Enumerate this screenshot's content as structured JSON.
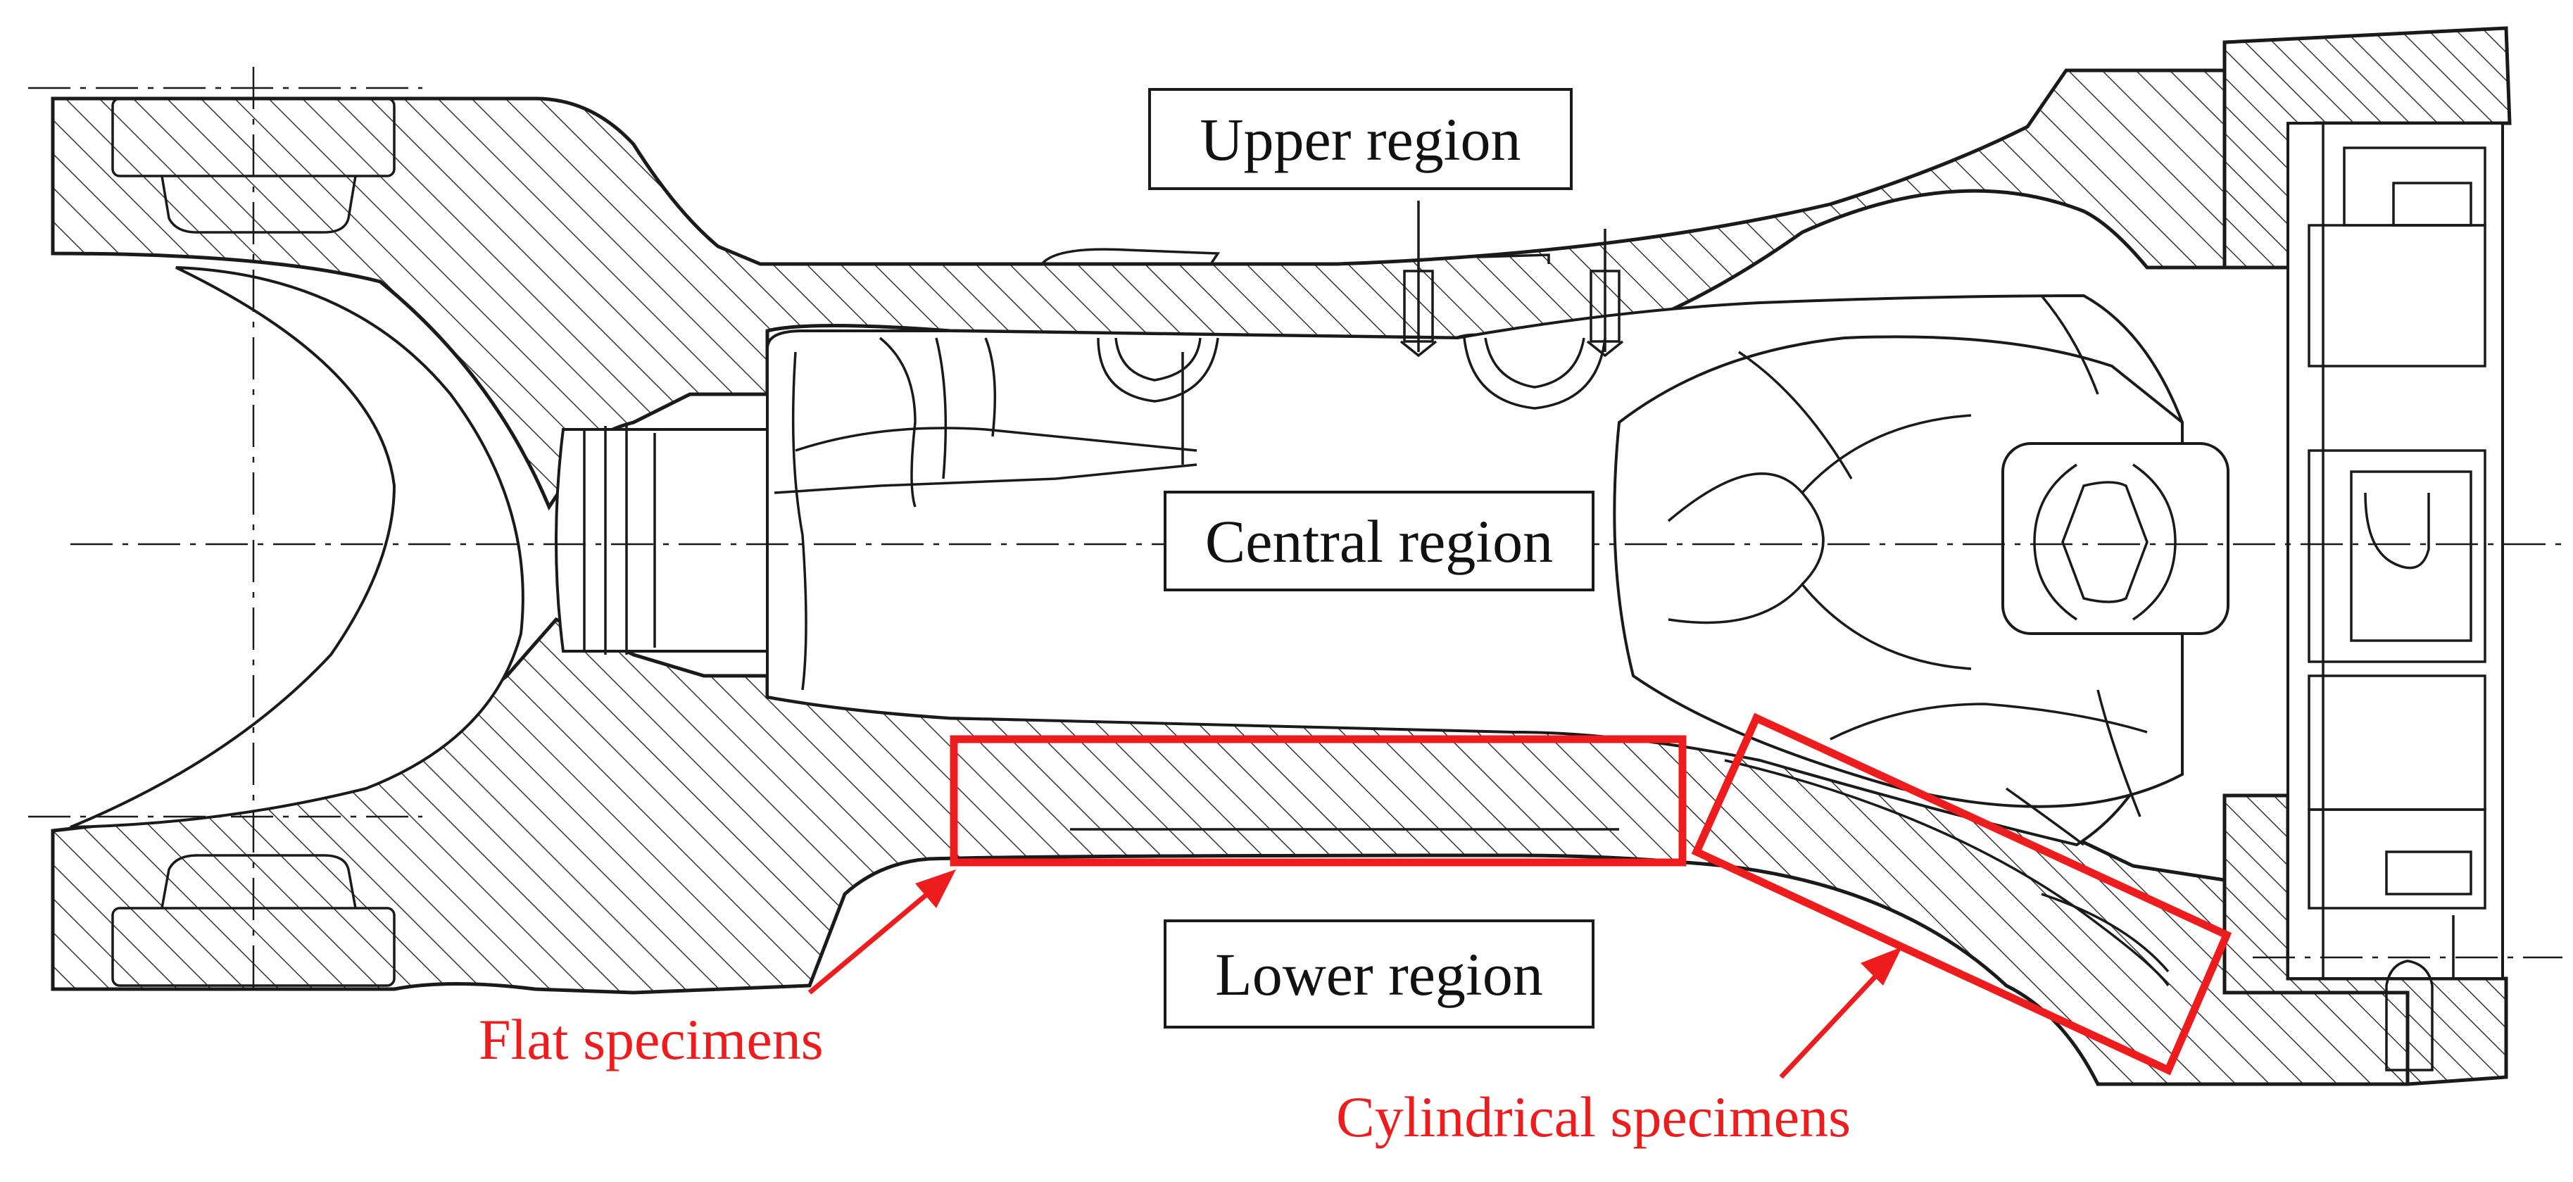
{
  "regions": {
    "upper": "Upper region",
    "central": "Central region",
    "lower": "Lower region"
  },
  "callouts": {
    "flat": "Flat specimens",
    "cylindrical": "Cylindrical specimens"
  },
  "colors": {
    "outline": "#1a1a1a",
    "hatch": "#333333",
    "highlight": "#ee1c1c"
  }
}
